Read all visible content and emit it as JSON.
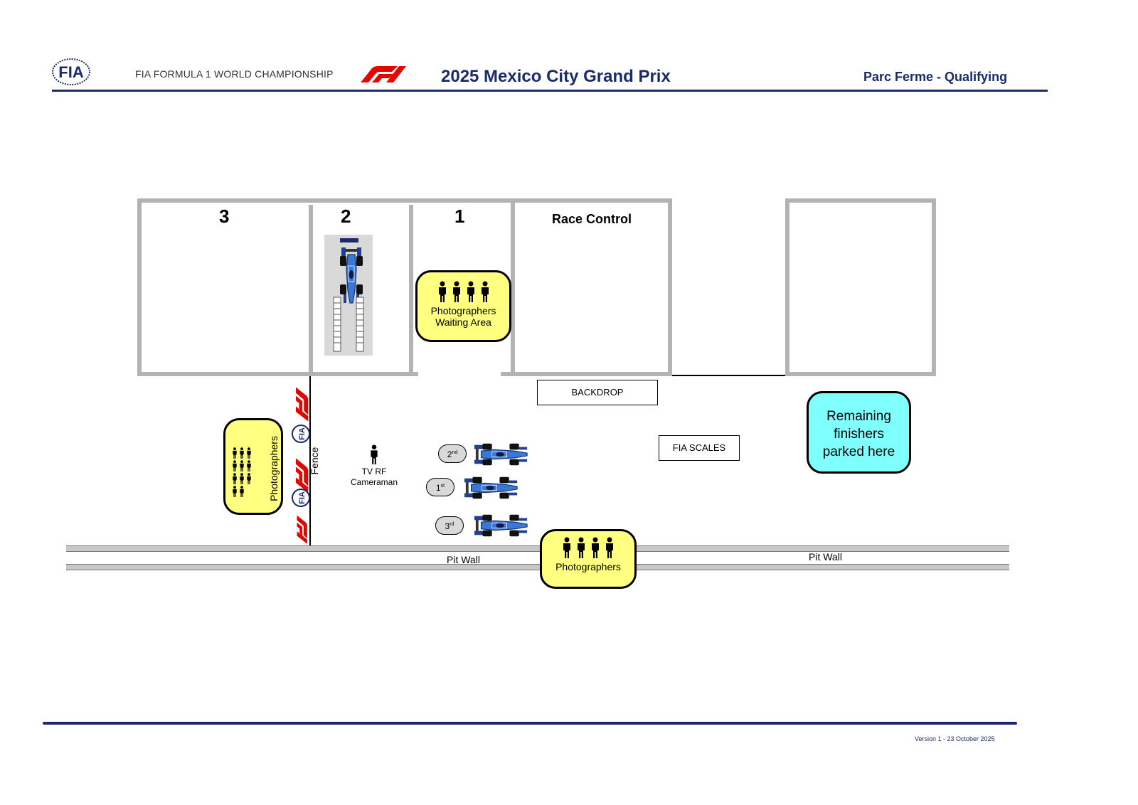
{
  "header": {
    "fia_logo": "FIA",
    "championship": "FIA FORMULA 1 WORLD CHAMPIONSHIP",
    "event_title": "2025 Mexico City Grand Prix",
    "document_title": "Parc Ferme - Qualifying",
    "brand_color": "#1b2a6b",
    "f1_color": "#e10600"
  },
  "garages": {
    "g3": "3",
    "g2": "2",
    "g1": "1",
    "race_control": "Race Control"
  },
  "areas": {
    "photographers_waiting_line1": "Photographers",
    "photographers_waiting_line2": "Waiting Area",
    "photographers_left": "Photographers",
    "photographers_bottom": "Photographers",
    "remaining_line1": "Remaining",
    "remaining_line2": "finishers",
    "remaining_line3": "parked here"
  },
  "labels": {
    "backdrop": "BACKDROP",
    "fia_scales": "FIA SCALES",
    "fence": "Fence",
    "tv_line1": "TV RF",
    "tv_line2": "Cameraman",
    "pit_wall_left": "Pit Wall",
    "pit_wall_right": "Pit Wall"
  },
  "positions": [
    {
      "num": "2",
      "suffix": "nd"
    },
    {
      "num": "1",
      "suffix": "st"
    },
    {
      "num": "3",
      "suffix": "rd"
    }
  ],
  "footer": {
    "version": "Version 1 -  23 October 2025"
  },
  "icons": [
    "fia-logo-icon",
    "f1-logo-icon",
    "person-icon",
    "race-car-icon",
    "scales-platform-icon"
  ]
}
